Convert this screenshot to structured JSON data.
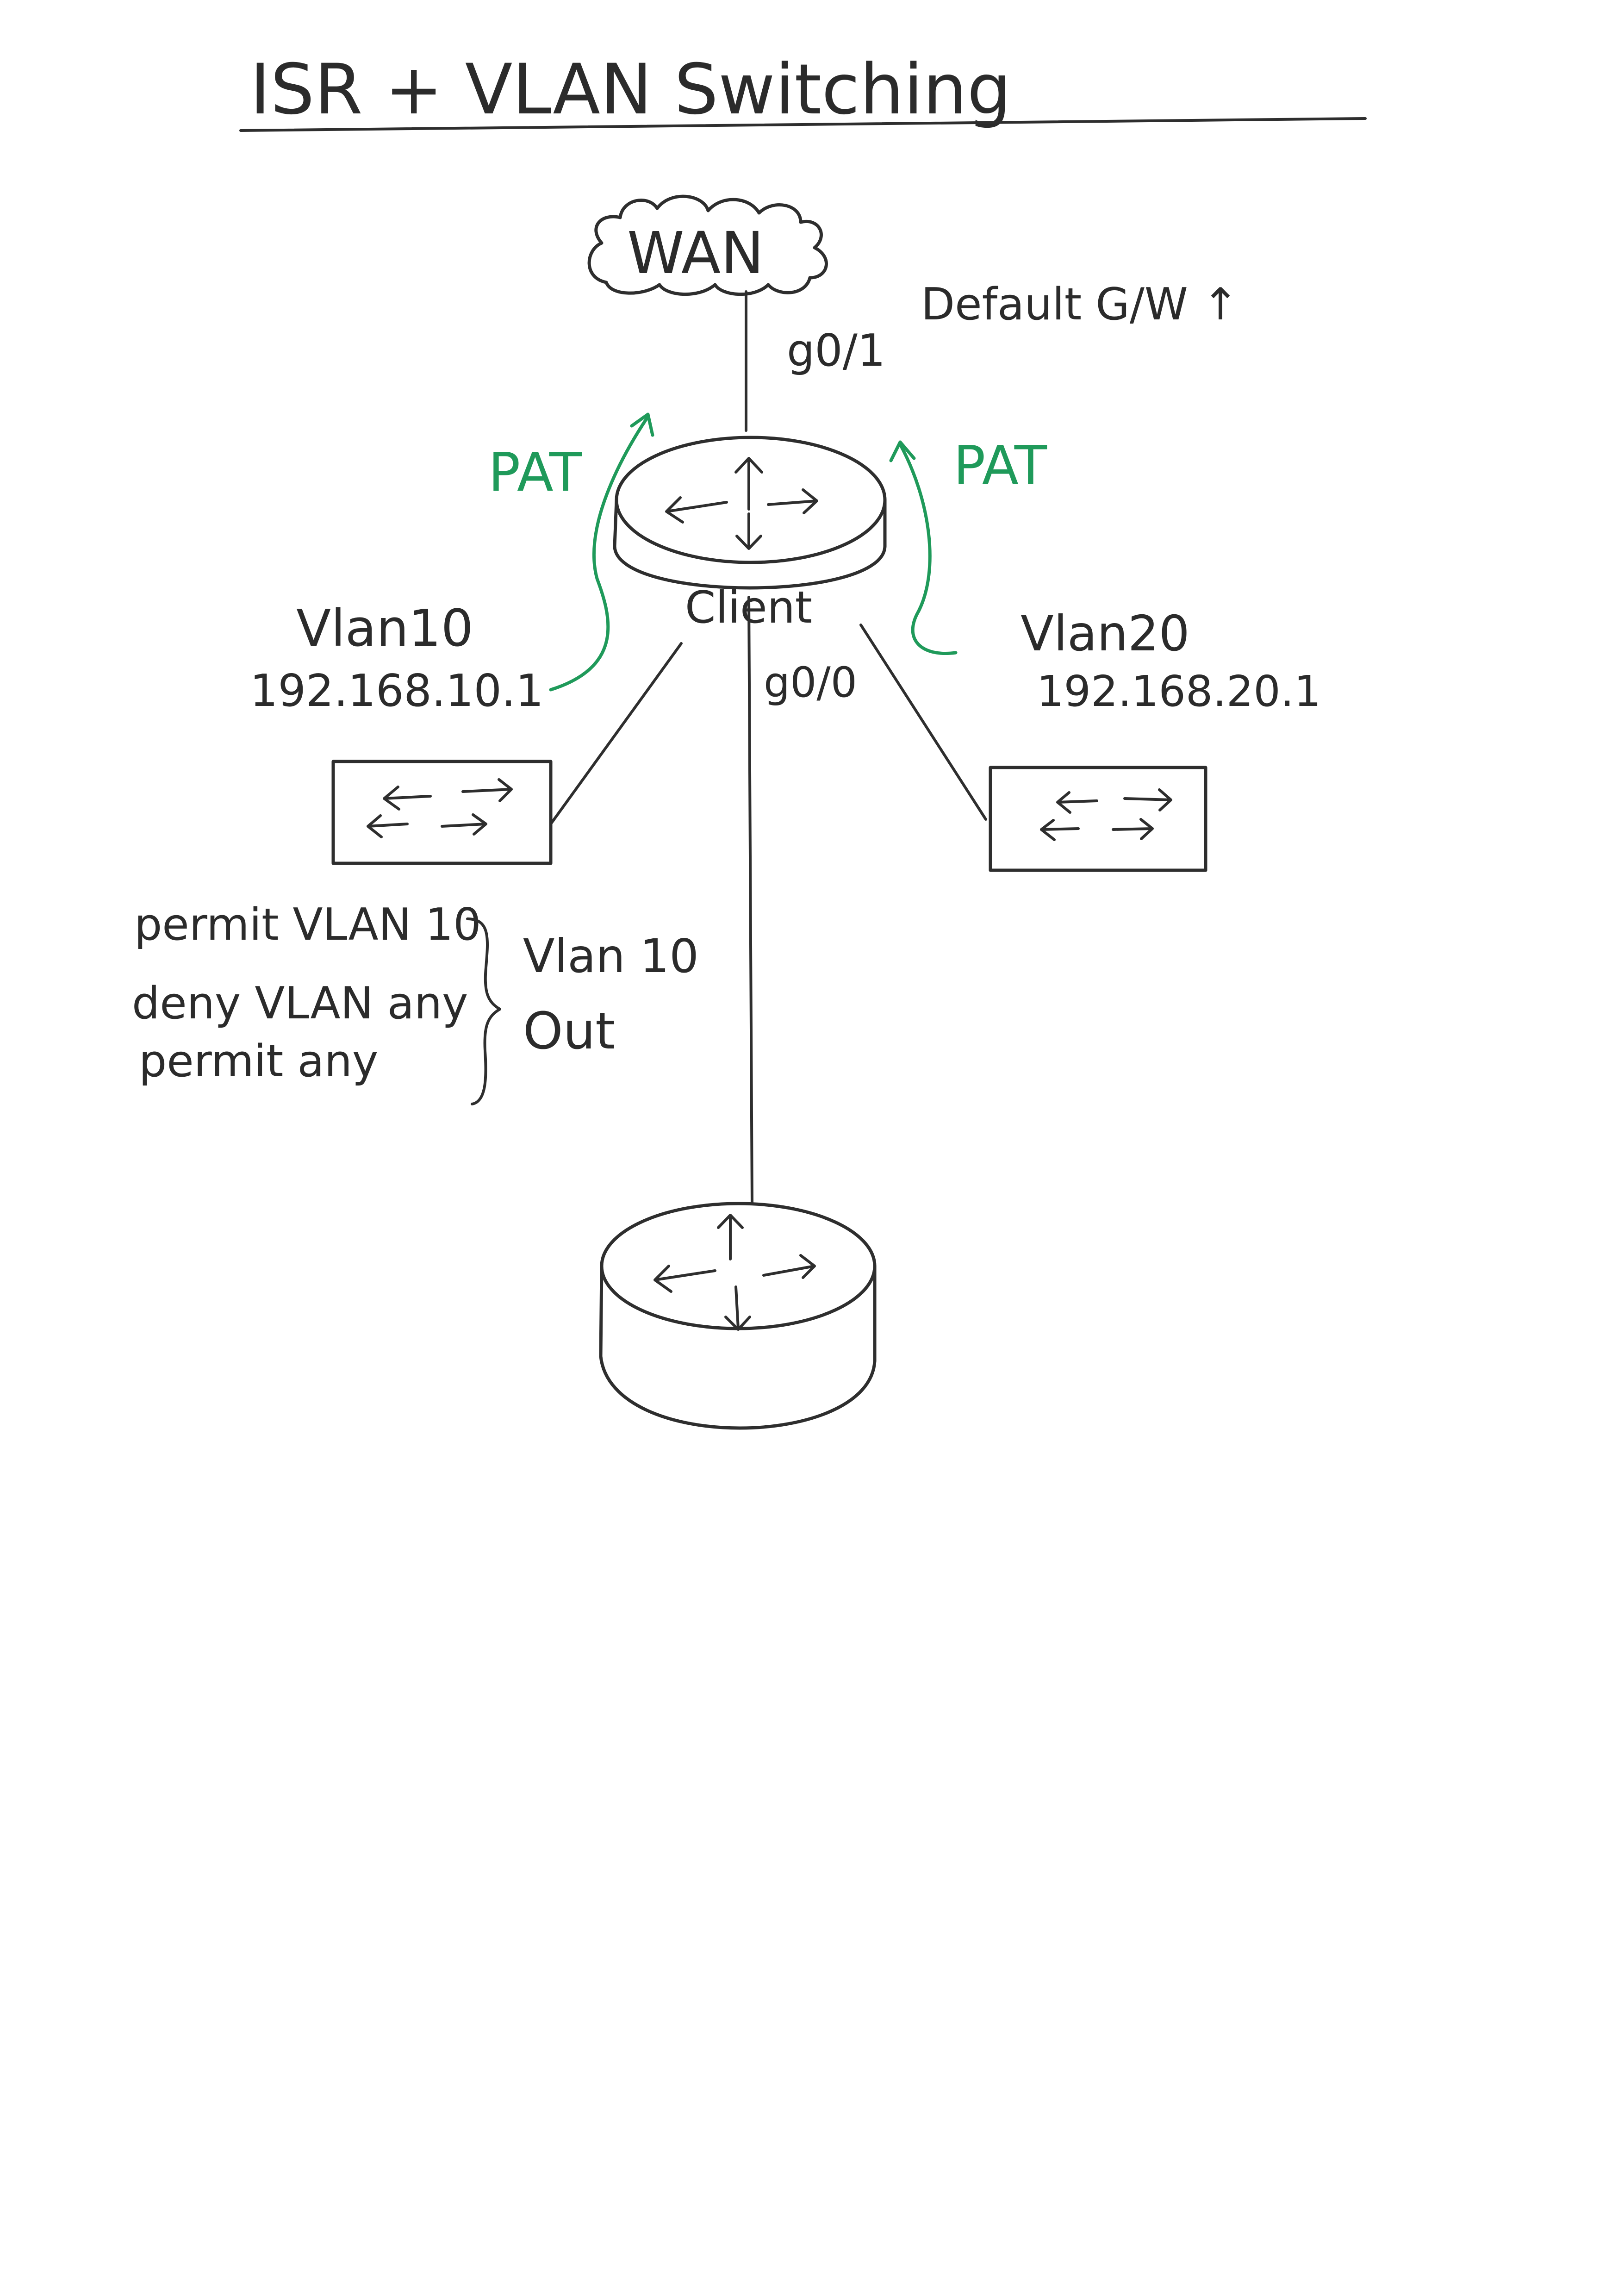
{
  "title": "ISR + VLAN Switching",
  "wan": {
    "label": "WAN"
  },
  "links": {
    "uplink_interface": "g0/1",
    "downlink_interface": "g0/0",
    "default_gateway": "Default G/W ↑"
  },
  "router": {
    "label": "Client"
  },
  "pat": {
    "left_label": "PAT",
    "right_label": "PAT"
  },
  "vlan_left": {
    "name": "Vlan10",
    "ip": "192.168.10.1"
  },
  "vlan_right": {
    "name": "Vlan20",
    "ip": "192.168.20.1"
  },
  "acl": {
    "rules": [
      "permit VLAN 10",
      "deny VLAN any",
      "permit any"
    ],
    "applied_to": "Vlan 10",
    "direction": "Out"
  },
  "colors": {
    "ink": "#2e2e2e",
    "accent_green": "#1f9a5a"
  }
}
